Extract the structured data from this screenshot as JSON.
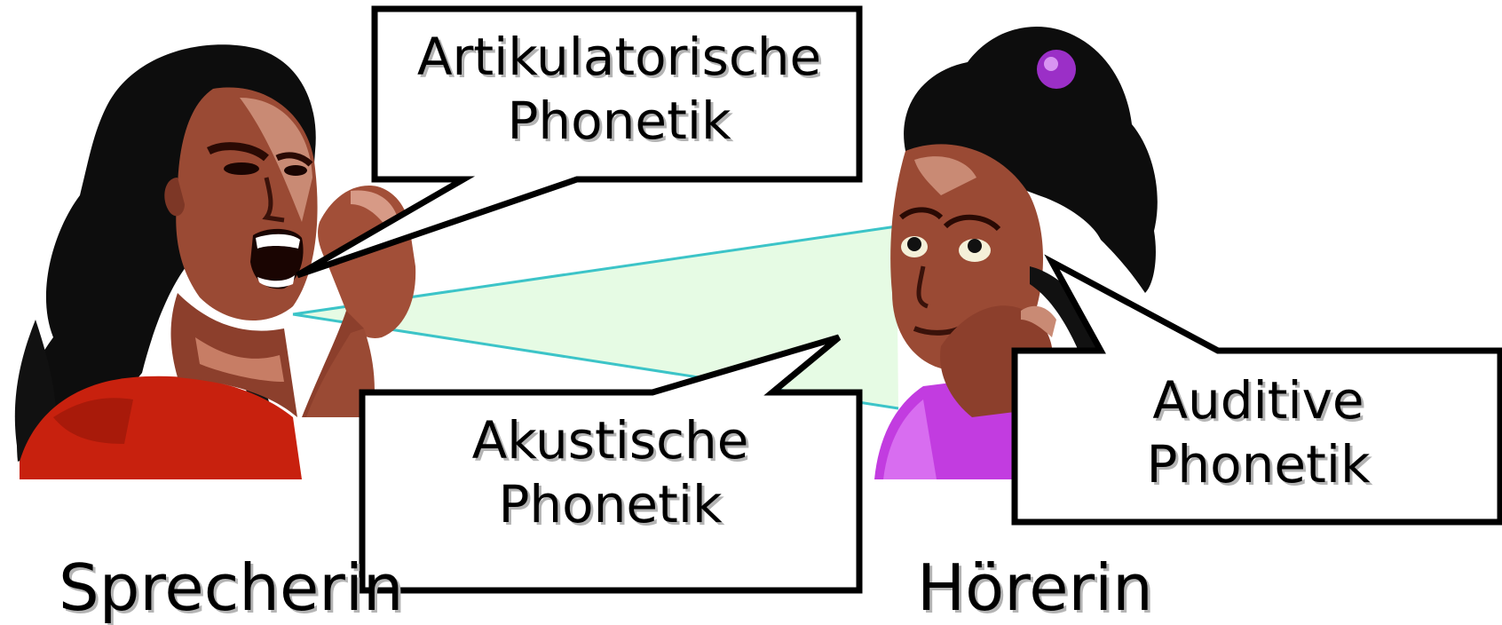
{
  "bubbles": {
    "articulatory": {
      "line1": "Artikulatorische",
      "line2": "Phonetik"
    },
    "acoustic": {
      "line1": "Akustische",
      "line2": "Phonetik"
    },
    "auditory": {
      "line1": "Auditive",
      "line2": "Phonetik"
    }
  },
  "people": {
    "speaker": {
      "label": "Sprecherin",
      "icon": "shouting-woman-illustration"
    },
    "listener": {
      "label": "Hörerin",
      "icon": "listening-woman-illustration"
    }
  },
  "colors": {
    "sound_beam_fill": "#e6fbe4",
    "sound_beam_stroke": "#3cc4c8",
    "speaker_shirt": "#c8210e",
    "listener_shirt": "#c23ce0",
    "skin": "#9a4a34"
  }
}
